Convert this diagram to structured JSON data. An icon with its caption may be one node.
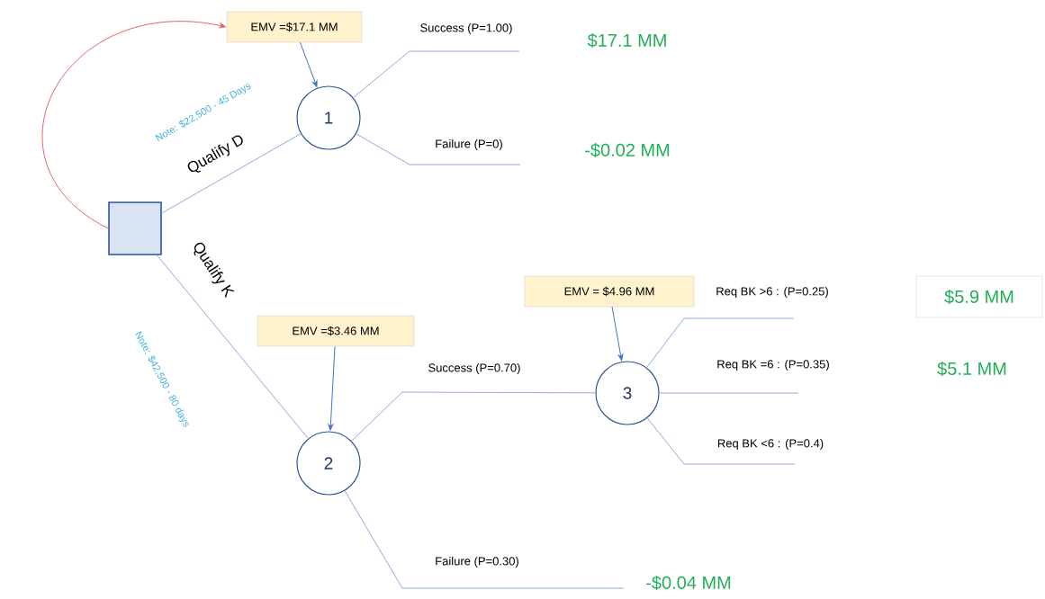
{
  "diagram": {
    "nodes": [
      {
        "text": [],
        "shape": "box"
      },
      {
        "text": [
          "1"
        ]
      },
      {
        "text": [
          "2"
        ]
      },
      {
        "text": [
          "3"
        ]
      },
      {
        "text": [
          "EMV =$17.1 MM"
        ]
      },
      {
        "text": [
          "EMV =$3.46 MM"
        ]
      },
      {
        "text": [
          "EMV = $4.96 MM"
        ]
      },
      {
        "text": [
          "$5.9 MM"
        ]
      }
    ],
    "edges": [
      {
        "from": 0,
        "to": 1,
        "arrow": "none",
        "label": "Qualify D"
      },
      {
        "from": 0,
        "to": 2,
        "arrow": "none",
        "label": "Qualify K"
      },
      {
        "from": 1,
        "to": null,
        "arrow": "none",
        "label": "Success (P=1.00)"
      },
      {
        "from": 1,
        "to": null,
        "arrow": "none",
        "label": "Failure (P=0)"
      },
      {
        "from": 2,
        "to": 3,
        "arrow": "none",
        "label": "Success (P=0.70)"
      },
      {
        "from": 2,
        "to": null,
        "arrow": "none",
        "label": "Failure (P=0.30)"
      },
      {
        "from": 3,
        "to": null,
        "arrow": "none",
        "label": "Req BK >6 : (P=0.25)"
      },
      {
        "from": 3,
        "to": null,
        "arrow": "none",
        "label": "Req BK =6 : (P=0.35)"
      },
      {
        "from": 3,
        "to": null,
        "arrow": "none",
        "label": "Req BK <6 : (P=0.4)"
      },
      {
        "from": 4,
        "to": 1,
        "arrow": "to",
        "color": "#4472c4"
      },
      {
        "from": 5,
        "to": 2,
        "arrow": "to",
        "color": "#4472c4"
      },
      {
        "from": 6,
        "to": 3,
        "arrow": "to",
        "color": "#4472c4"
      },
      {
        "from": 0,
        "to": 4,
        "arrow": "to",
        "color": "#e06666"
      }
    ],
    "labels": [
      "Note: $22,500 - 45 Days",
      "$17.1 MM",
      "-$0.02 MM",
      "Note: $42,500 - 80 days",
      "$5.1 MM",
      "-$0.04 MM"
    ]
  }
}
